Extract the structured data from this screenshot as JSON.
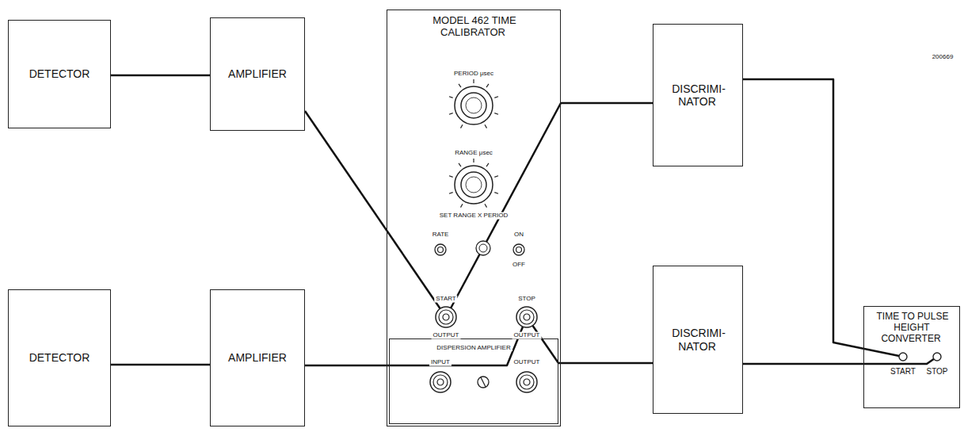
{
  "diagram": {
    "nodes": [
      {
        "text": [
          "DETECTOR"
        ]
      },
      {
        "text": [
          "AMPLIFIER"
        ]
      },
      {
        "text": [
          "MODEL 462 TIME CALIBRATOR"
        ]
      },
      {
        "text": [
          "DISPERSION AMPLIFIER"
        ],
        "in": 2
      },
      {
        "text": [
          "DISCRIMI- NATOR"
        ]
      },
      {
        "text": [
          "DETECTOR"
        ]
      },
      {
        "text": [
          "AMPLIFIER"
        ]
      },
      {
        "text": [
          "DISCRIMI- NATOR"
        ]
      },
      {
        "text": [
          "TIME TO PULSE HEIGHT CONVERTER"
        ]
      }
    ],
    "edges": [
      {
        "from": 0,
        "to": 1,
        "arrow": "none"
      },
      {
        "from": 1,
        "to": 2,
        "arrow": "none"
      },
      {
        "from": 2,
        "to": 4,
        "arrow": "none"
      },
      {
        "from": 4,
        "to": 8,
        "arrow": "none"
      },
      {
        "from": 5,
        "to": 6,
        "arrow": "none"
      },
      {
        "from": 6,
        "to": 2,
        "arrow": "none"
      },
      {
        "from": 2,
        "to": 7,
        "arrow": "none"
      },
      {
        "from": 7,
        "to": 8,
        "arrow": "none"
      }
    ],
    "labels": [
      "PERIOD μsec",
      "RANGE μsec",
      "SET RANGE X PERIOD",
      "RATE",
      "ON",
      "OFF",
      "START",
      "OUTPUT",
      "STOP",
      "OUTPUT",
      "INPUT",
      "OUTPUT",
      "START",
      "STOP",
      "200669"
    ]
  }
}
